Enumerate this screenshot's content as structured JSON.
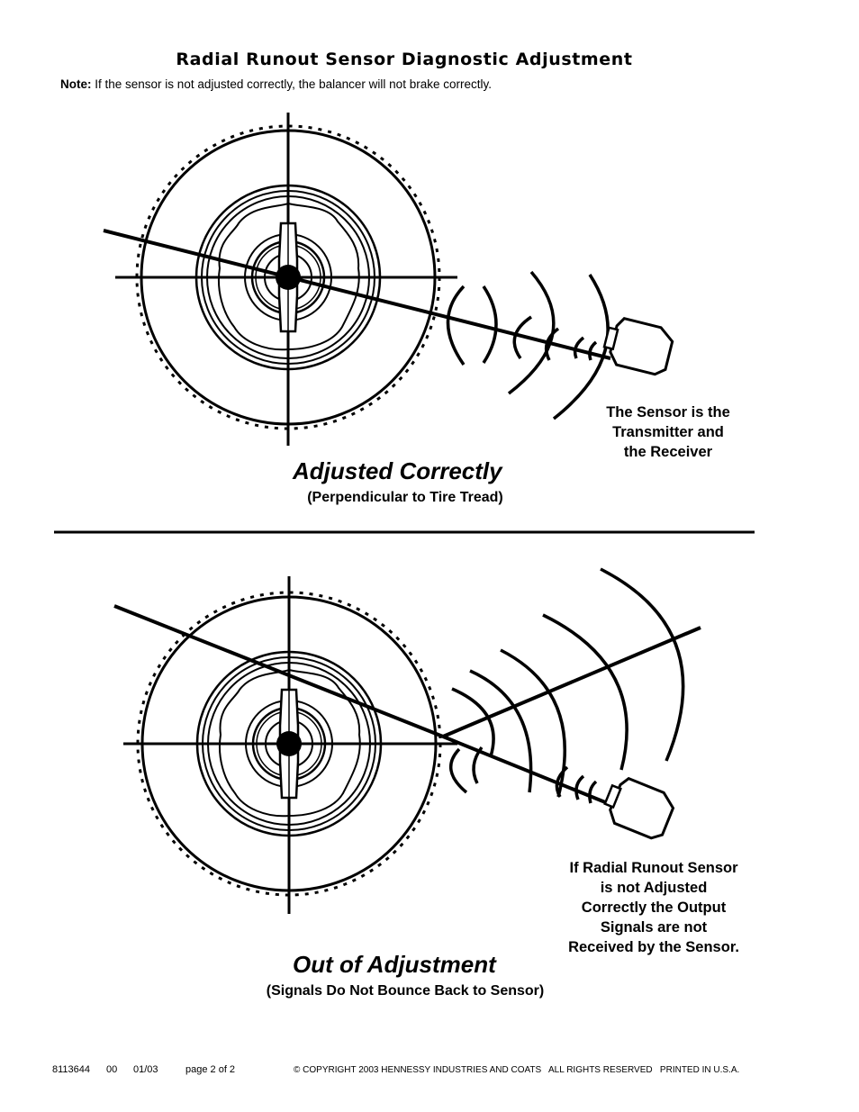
{
  "title": "Radial Runout Sensor Diagnostic Adjustment",
  "note": {
    "label": "Note:",
    "text": "If the sensor is not adjusted correctly, the balancer will not brake correctly."
  },
  "diagram_top": {
    "callout": [
      "The Sensor is the",
      "Transmitter and",
      "the Receiver"
    ],
    "caption": "Adjusted Correctly",
    "subcaption": "(Perpendicular to Tire Tread)"
  },
  "diagram_bottom": {
    "callout": [
      "If Radial Runout Sensor",
      "is not Adjusted",
      "Correctly the Output",
      "Signals are not",
      "Received by the Sensor."
    ],
    "caption": "Out of Adjustment",
    "subcaption": "(Signals Do Not Bounce Back to Sensor)"
  },
  "footer": {
    "part_number": "8113644",
    "revision": "00",
    "date": "01/03",
    "page": "page 2 of 2",
    "copyright": "© COPYRIGHT 2003 HENNESSY INDUSTRIES AND COATS   ALL RIGHTS RESERVED   PRINTED IN U.S.A."
  }
}
